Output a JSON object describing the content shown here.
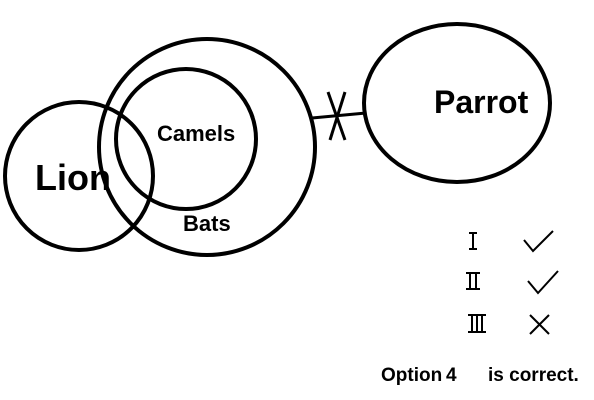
{
  "diagram": {
    "sets": {
      "lion": "Lion",
      "camels": "Camels",
      "bats": "Bats",
      "parrot": "Parrot"
    }
  },
  "statements": [
    {
      "numeral": "I",
      "verdict": "true"
    },
    {
      "numeral": "II",
      "verdict": "true"
    },
    {
      "numeral": "III",
      "verdict": "false"
    }
  ],
  "answer": {
    "prefix": "Option",
    "number": "4",
    "suffix": "is correct."
  },
  "icons": {
    "true": "check-icon",
    "false": "cross-icon",
    "link_break": "cross-icon"
  }
}
